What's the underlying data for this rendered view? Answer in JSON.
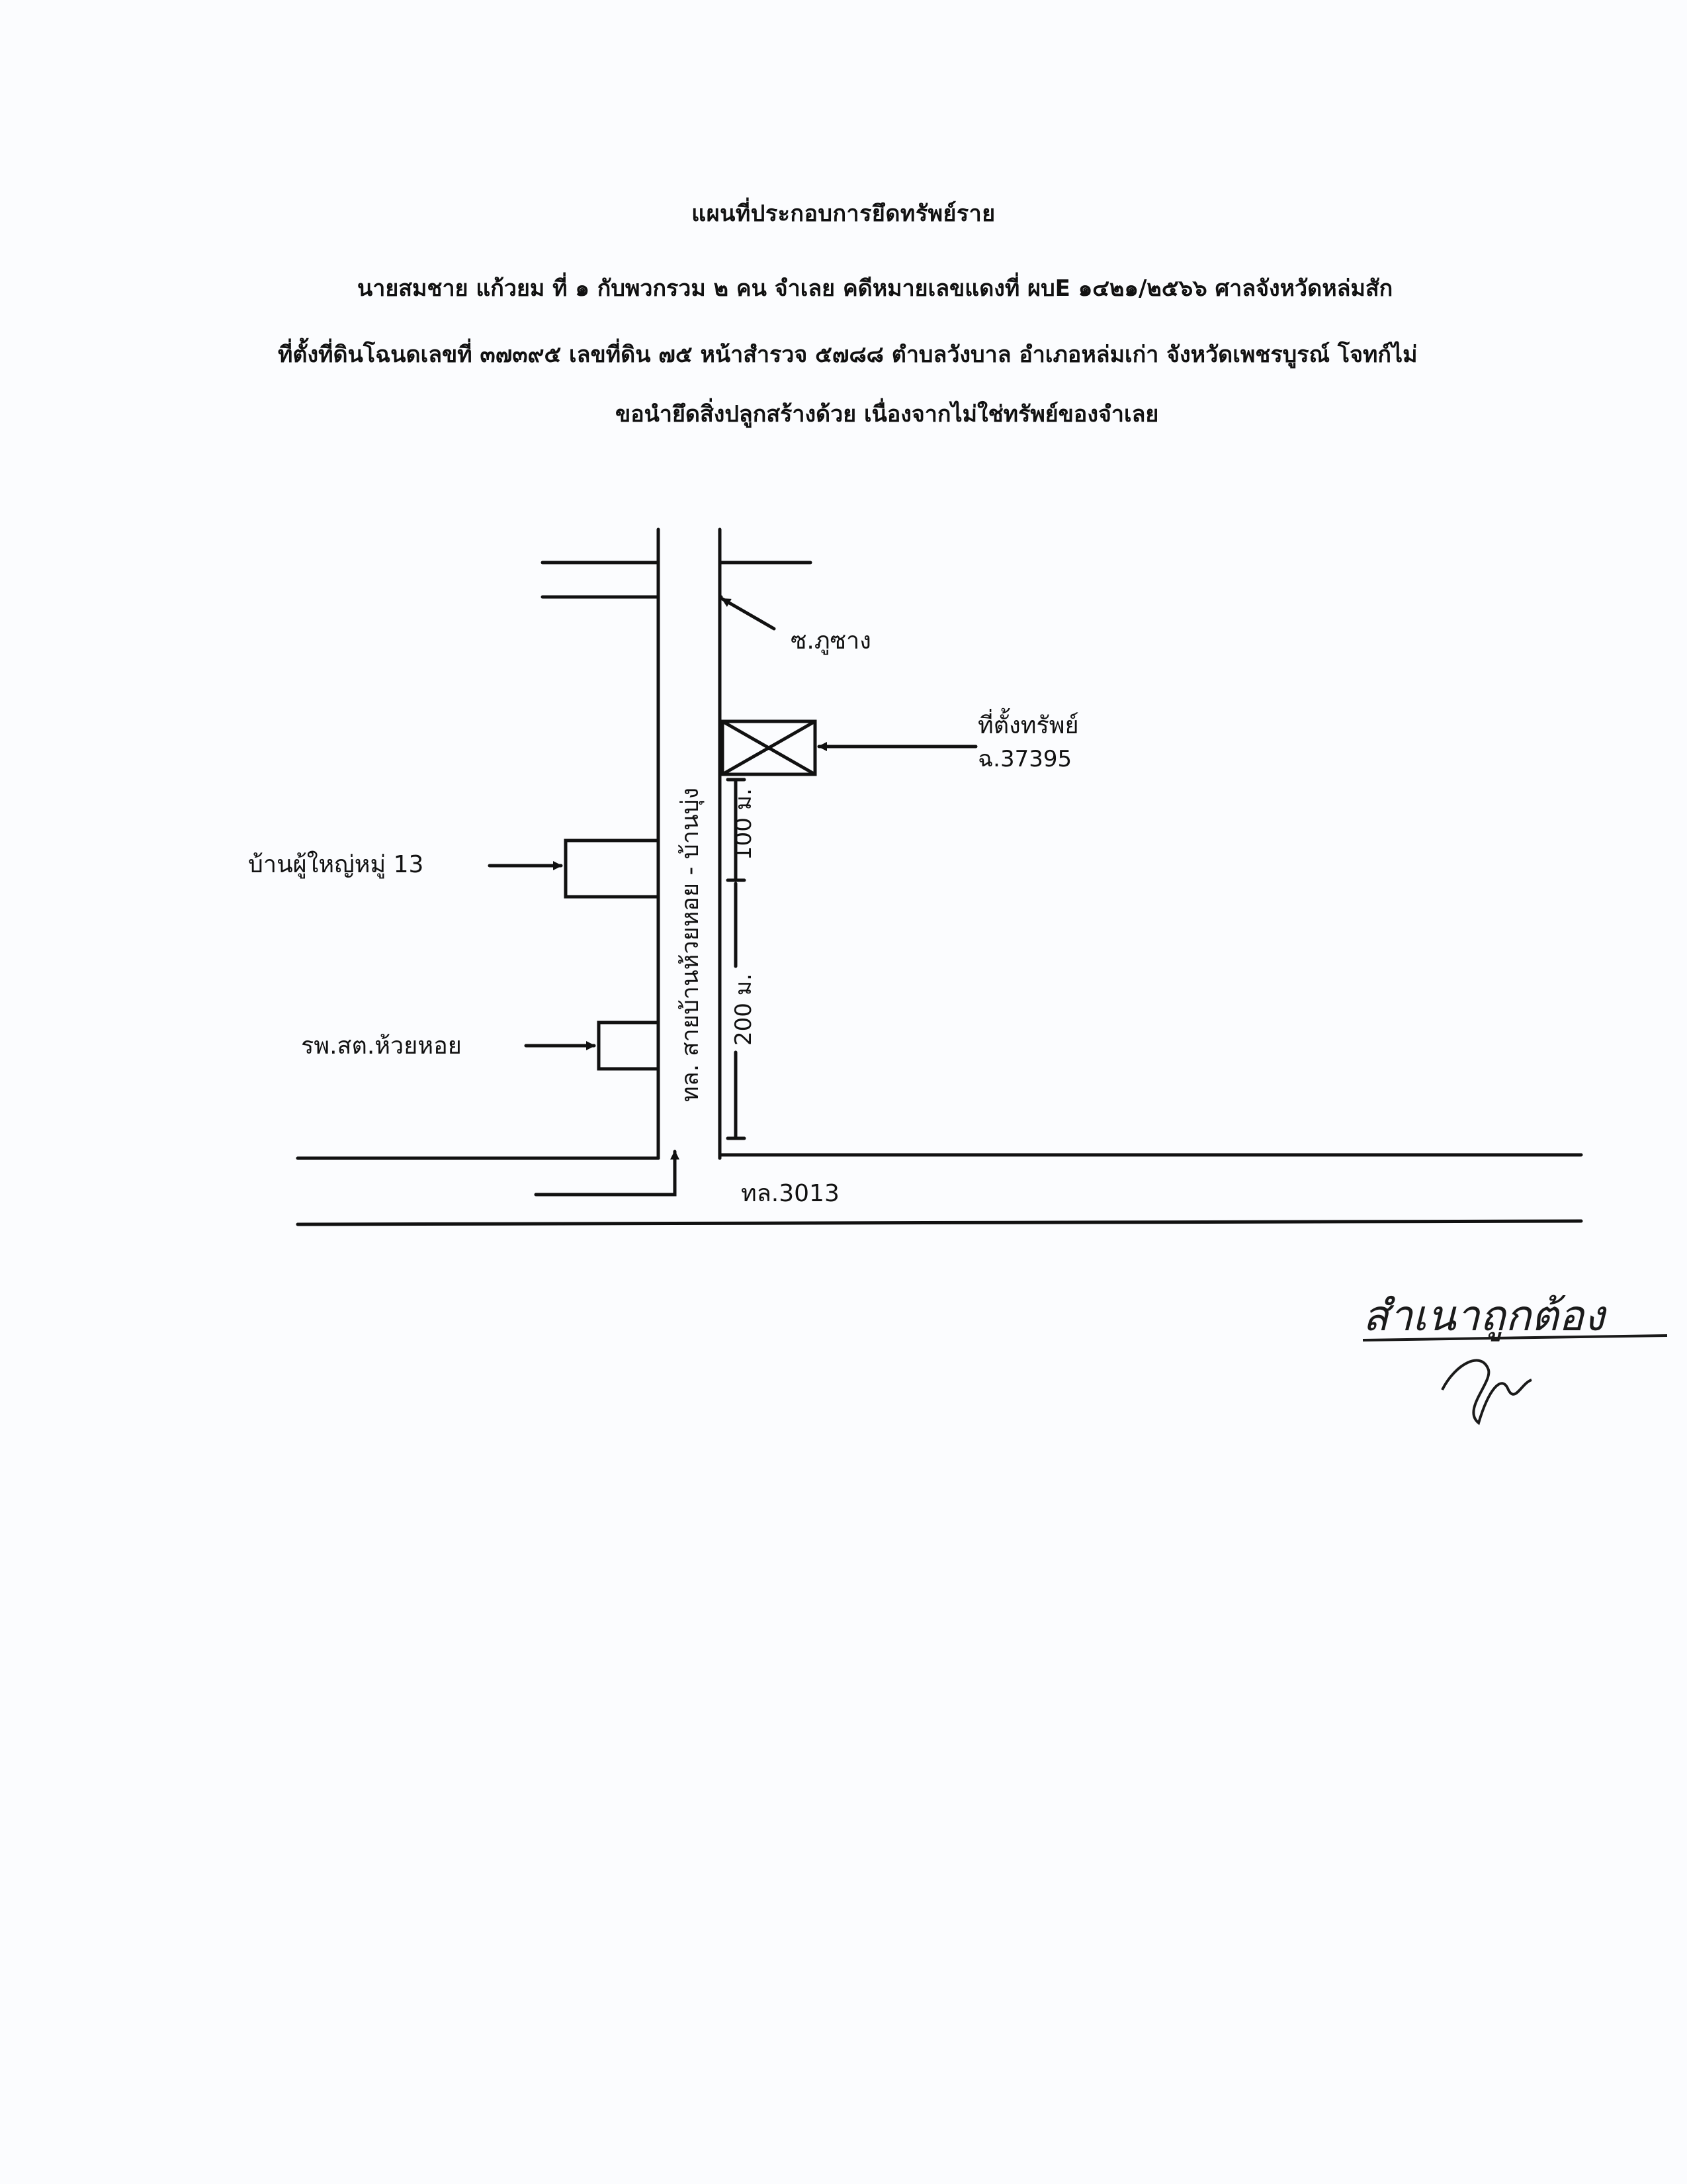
{
  "document": {
    "title": "แผนที่ประกอบการยึดทรัพย์ราย",
    "lines": [
      "นายสมชาย แก้วยม ที่ ๑ กับพวกรวม ๒ คน จำเลย คดีหมายเลขแดงที่ ผบE ๑๔๒๑/๒๕๖๖ ศาลจังหวัดหล่มสัก",
      "ที่ตั้งที่ดินโฉนดเลขที่ ๓๗๓๙๕ เลขที่ดิน ๗๕ หน้าสำรวจ ๕๗๘๘ ตำบลวังบาล อำเภอหล่มเก่า จังหวัดเพชรบูรณ์ โจทก์ไม่",
      "ขอนำยึดสิ่งปลูกสร้างด้วย เนื่องจากไม่ใช่ทรัพย์ของจำเลย"
    ]
  },
  "map": {
    "soi_label": "ซ.ภูซาง",
    "property_label": "ที่ตั้งทรัพย์",
    "deed_label": "ฉ.37395",
    "village_head_label": "บ้านผู้ใหญ่หมู่ 13",
    "health_center_label": "รพ.สต.ห้วยหอย",
    "vertical_road_label": "ทล. สายบ้านห้วยหอย - บ้านบุ่ง",
    "distance_top_label": "100 ม.",
    "distance_bottom_label": "200 ม.",
    "main_road_label": "ทล.3013"
  },
  "signature": {
    "certified_text": "สำเนาถูกต้อง"
  }
}
